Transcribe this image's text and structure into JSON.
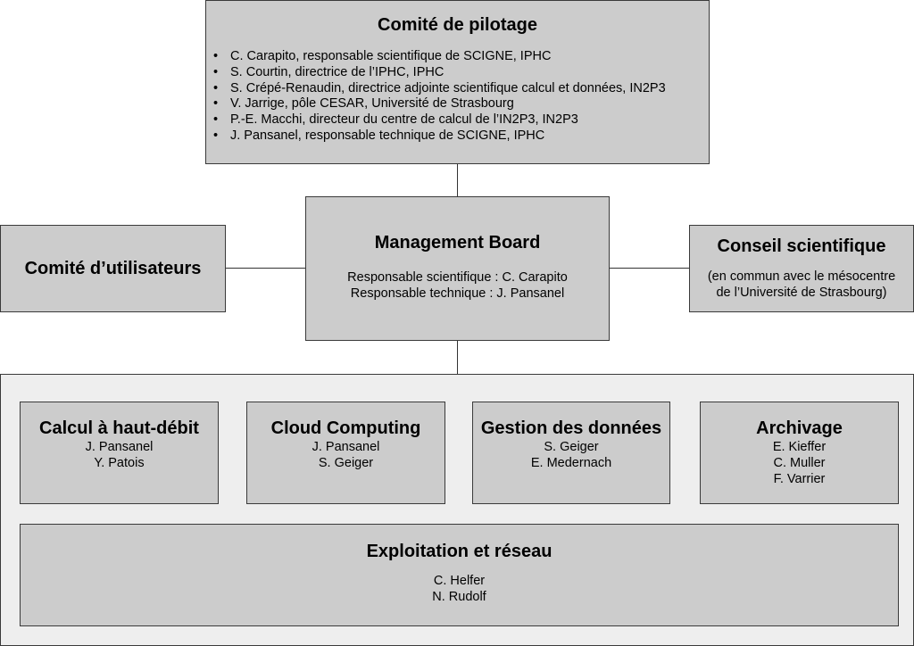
{
  "steering": {
    "title": "Comité de pilotage",
    "members": [
      "C. Carapito, responsable scientifique de SCIGNE, IPHC",
      "S. Courtin, directrice de l’IPHC, IPHC",
      "S. Crépé-Renaudin, directrice adjointe scientifique calcul et données, IN2P3",
      "V. Jarrige, pôle CESAR, Université de Strasbourg",
      "P.-E. Macchi, directeur du centre de calcul de l’IN2P3, IN2P3",
      "J. Pansanel, responsable technique de SCIGNE, IPHC"
    ]
  },
  "users_committee": {
    "title": "Comité d’utilisateurs"
  },
  "management": {
    "title": "Management Board",
    "lines": [
      "Responsable scientifique : C. Carapito",
      "Responsable technique : J. Pansanel"
    ]
  },
  "scientific_council": {
    "title": "Conseil scientifique",
    "lines": [
      "(en commun avec le mésocentre",
      "de l’Université de Strasbourg)"
    ]
  },
  "teams": [
    {
      "title": "Calcul à haut-débit",
      "people": [
        "J. Pansanel",
        "Y. Patois"
      ]
    },
    {
      "title": "Cloud Computing",
      "people": [
        "J. Pansanel",
        "S. Geiger"
      ]
    },
    {
      "title": "Gestion des données",
      "people": [
        "S. Geiger",
        "E. Medernach"
      ]
    },
    {
      "title": "Archivage",
      "people": [
        "E. Kieffer",
        "C. Muller",
        "F. Varrier"
      ]
    }
  ],
  "operations": {
    "title": "Exploitation et réseau",
    "people": [
      "C. Helfer",
      "N. Rudolf"
    ]
  },
  "colors": {
    "box_fill": "#cccccc",
    "container_fill": "#eeeeee",
    "border": "#3a3a3a"
  }
}
